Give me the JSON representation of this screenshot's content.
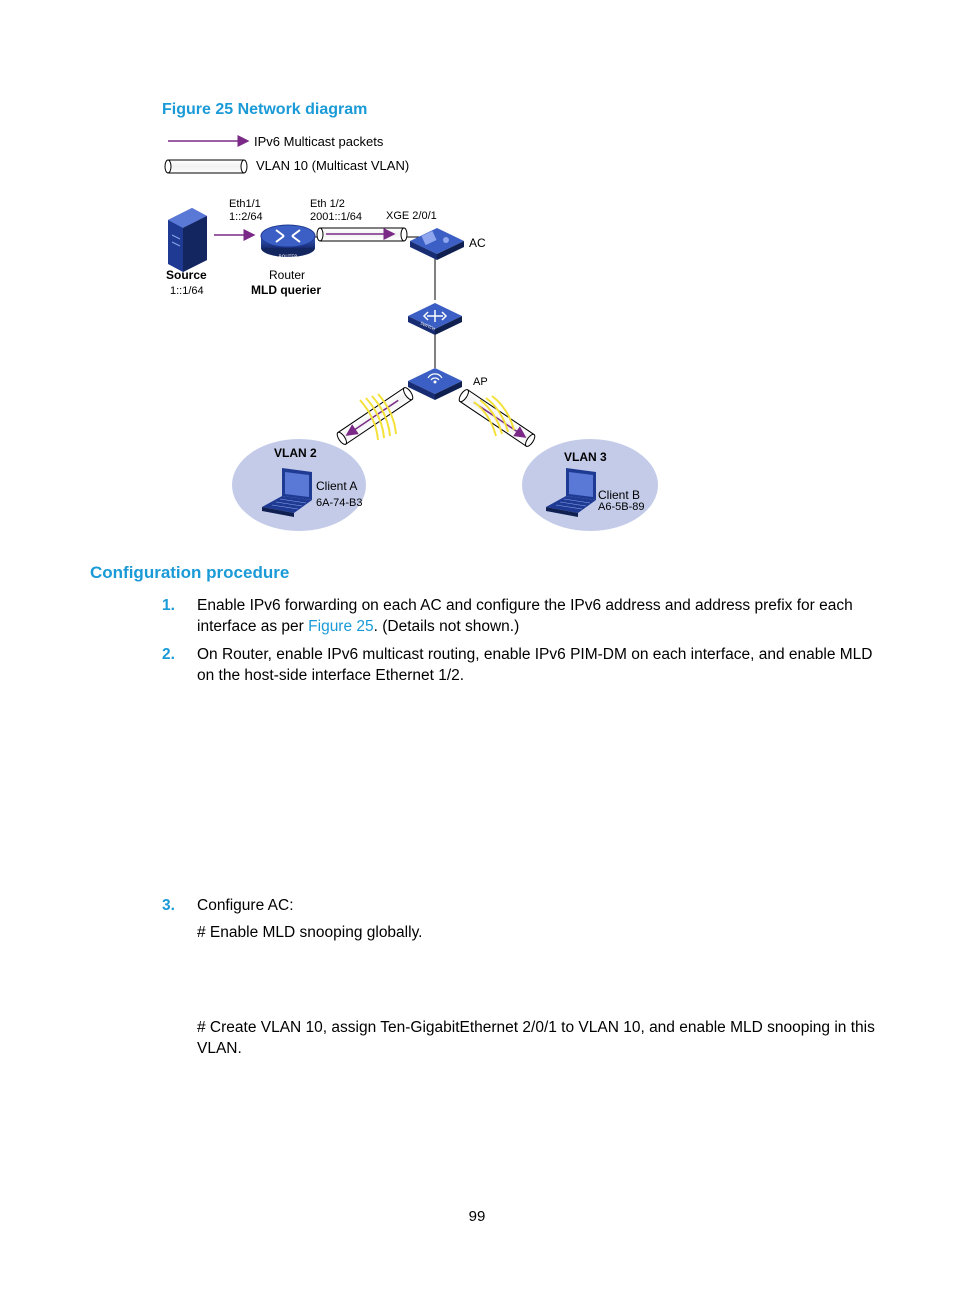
{
  "figure": {
    "title": "Figure 25 Network diagram",
    "legend": {
      "packets_label": "IPv6 Multicast packets",
      "vlan_label": "VLAN 10 (Multicast VLAN)"
    },
    "source": {
      "name": "Source",
      "address": "1::1/64"
    },
    "router": {
      "name": "Router",
      "role": "MLD querier",
      "if1_name": "Eth1/1",
      "if1_addr": "1::2/64",
      "if2_name": "Eth 1/2",
      "if2_addr": "2001::1/64",
      "icon_text": "ROUTER"
    },
    "ac": {
      "name": "AC",
      "interface": "XGE 2/0/1"
    },
    "switch": {
      "icon_text": "SWITCH"
    },
    "ap": {
      "name": "AP"
    },
    "vlan2": {
      "name": "VLAN 2",
      "client_name": "Client A",
      "client_mac": "6A-74-B3"
    },
    "vlan3": {
      "name": "VLAN 3",
      "client_name": "Client B",
      "client_mac": "A6-5B-89"
    }
  },
  "section_heading": "Configuration procedure",
  "steps": [
    {
      "number": "1.",
      "text_before": "Enable IPv6 forwarding on each AC and configure the IPv6 address and address prefix for each interface as per ",
      "link": "Figure 25",
      "text_after": ". (Details not shown.)"
    },
    {
      "number": "2.",
      "text": "On Router, enable IPv6 multicast routing, enable IPv6 PIM-DM on each interface, and enable MLD on the host-side interface Ethernet 1/2."
    },
    {
      "number": "3.",
      "text": "Configure AC:"
    }
  ],
  "comments": [
    "# Enable MLD snooping globally.",
    "# Create VLAN 10, assign Ten-GigabitEthernet 2/0/1 to VLAN 10, and enable MLD snooping in this VLAN."
  ],
  "page_number": "99",
  "colors": {
    "heading_blue": "#1a9ad7",
    "arrow_purple": "#7a2a86",
    "device_blue": "#1f3a93",
    "vlan_fill": "#c3cbe9",
    "signal_yellow": "#f4e23a"
  }
}
